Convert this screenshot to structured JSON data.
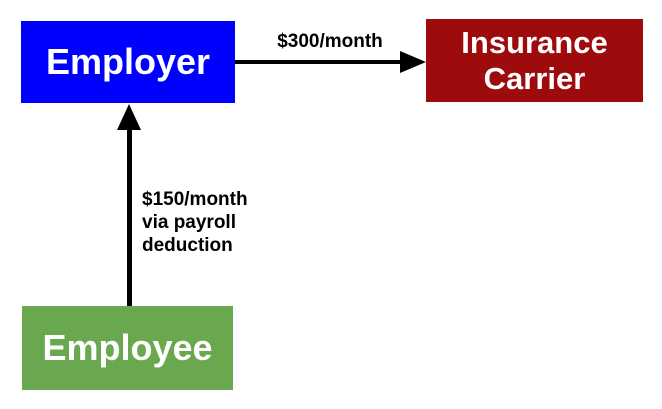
{
  "diagram": {
    "background_color": "#ffffff",
    "nodes": {
      "employer": {
        "label": "Employer",
        "fill_color": "#0000fe",
        "text_color": "#ffffff"
      },
      "insurance_carrier": {
        "label": "Insurance Carrier",
        "fill_color": "#9e0b0c",
        "text_color": "#ffffff"
      },
      "employee": {
        "label": "Employee",
        "fill_color": "#6aa84f",
        "text_color": "#ffffff"
      }
    },
    "edges": {
      "employer_to_insurance_carrier": {
        "from": "employer",
        "to": "insurance_carrier",
        "label": "$300/month",
        "line_color": "#000000",
        "direction": "right"
      },
      "employee_to_employer": {
        "from": "employee",
        "to": "employer",
        "label": "$150/month via payroll deduction",
        "label_lines": [
          "$150/month",
          "via payroll",
          "deduction"
        ],
        "line_color": "#000000",
        "direction": "up"
      }
    }
  }
}
